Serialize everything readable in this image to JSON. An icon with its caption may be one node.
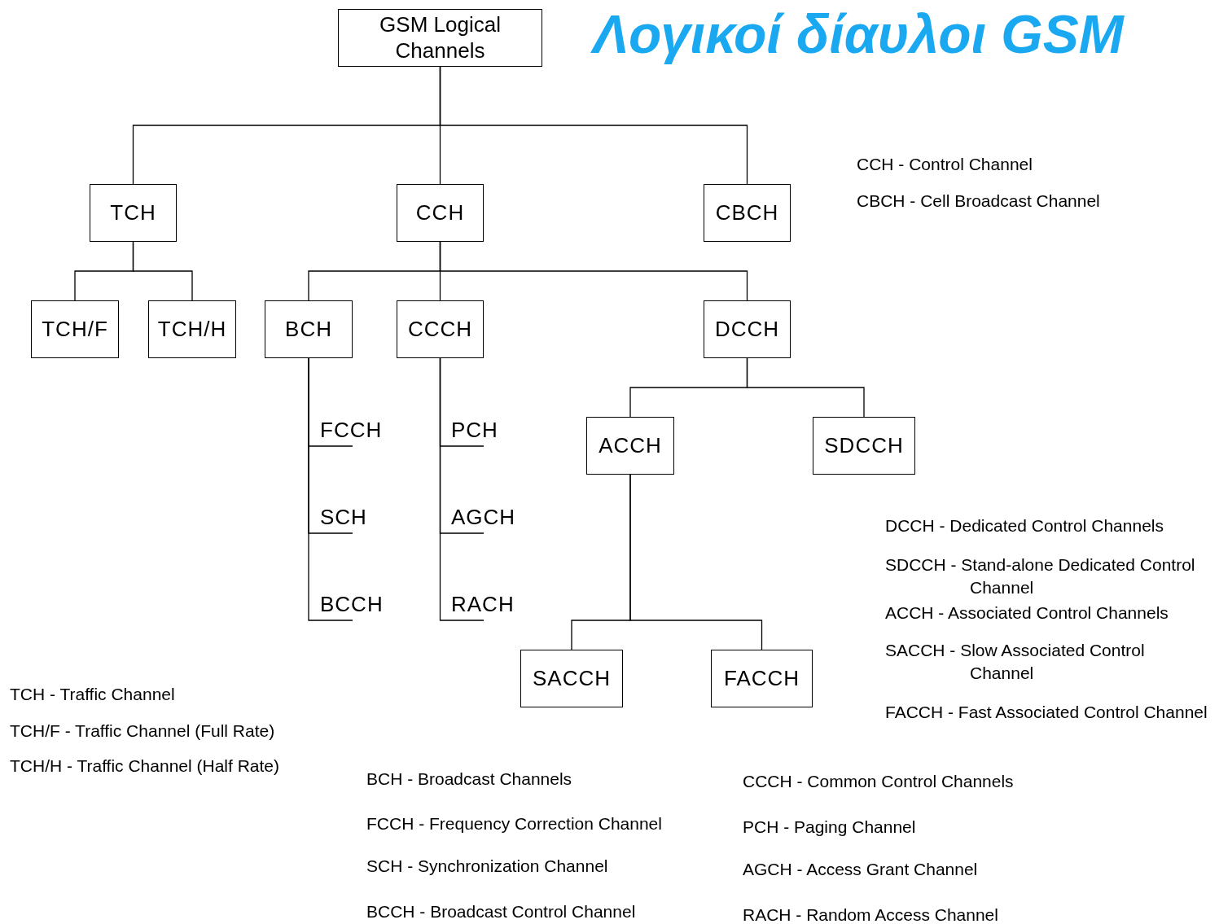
{
  "diagram": {
    "title": "Λογικοί δίαυλοι GSM",
    "nodes": [
      {
        "text": [
          "GSM Logical Channels"
        ]
      },
      {
        "text": [
          "TCH"
        ]
      },
      {
        "text": [
          "CCH"
        ]
      },
      {
        "text": [
          "CBCH"
        ]
      },
      {
        "text": [
          "TCH/F"
        ]
      },
      {
        "text": [
          "TCH/H"
        ]
      },
      {
        "text": [
          "BCH"
        ]
      },
      {
        "text": [
          "CCCH"
        ]
      },
      {
        "text": [
          "DCCH"
        ]
      },
      {
        "text": [
          "FCCH"
        ]
      },
      {
        "text": [
          "SCH"
        ]
      },
      {
        "text": [
          "BCCH"
        ]
      },
      {
        "text": [
          "PCH"
        ]
      },
      {
        "text": [
          "AGCH"
        ]
      },
      {
        "text": [
          "RACH"
        ]
      },
      {
        "text": [
          "ACCH"
        ]
      },
      {
        "text": [
          "SDCCH"
        ]
      },
      {
        "text": [
          "SACCH"
        ]
      },
      {
        "text": [
          "FACCH"
        ]
      }
    ],
    "edges": [
      {
        "from": 0,
        "to": 1,
        "arrow": "none"
      },
      {
        "from": 0,
        "to": 2,
        "arrow": "none"
      },
      {
        "from": 0,
        "to": 3,
        "arrow": "none"
      },
      {
        "from": 1,
        "to": 4,
        "arrow": "none"
      },
      {
        "from": 1,
        "to": 5,
        "arrow": "none"
      },
      {
        "from": 2,
        "to": 6,
        "arrow": "none"
      },
      {
        "from": 2,
        "to": 7,
        "arrow": "none"
      },
      {
        "from": 2,
        "to": 8,
        "arrow": "none"
      },
      {
        "from": 6,
        "to": 9,
        "arrow": "none"
      },
      {
        "from": 6,
        "to": 10,
        "arrow": "none"
      },
      {
        "from": 6,
        "to": 11,
        "arrow": "none"
      },
      {
        "from": 7,
        "to": 12,
        "arrow": "none"
      },
      {
        "from": 7,
        "to": 13,
        "arrow": "none"
      },
      {
        "from": 7,
        "to": 14,
        "arrow": "none"
      },
      {
        "from": 8,
        "to": 15,
        "arrow": "none"
      },
      {
        "from": 8,
        "to": 16,
        "arrow": "none"
      },
      {
        "from": 15,
        "to": 17,
        "arrow": "none"
      },
      {
        "from": 15,
        "to": 18,
        "arrow": "none"
      }
    ],
    "labels": [
      "CCH - Control Channel",
      "CBCH - Cell Broadcast Channel",
      "DCCH - Dedicated Control Channels",
      "SDCCH - Stand-alone Dedicated Control Channel",
      "ACCH - Associated Control Channels",
      "SACCH - Slow Associated Control Channel",
      "FACCH - Fast Associated Control Channel",
      "TCH - Traffic Channel",
      "TCH/F - Traffic Channel (Full Rate)",
      "TCH/H - Traffic Channel (Half Rate)",
      "BCH - Broadcast Channels",
      "FCCH - Frequency Correction Channel",
      "SCH - Synchronization Channel",
      "BCCH - Broadcast Control Channel",
      "CCCH - Common Control Channels",
      "PCH - Paging Channel",
      "AGCH - Access Grant Channel",
      "RACH - Random Access Channel"
    ]
  }
}
